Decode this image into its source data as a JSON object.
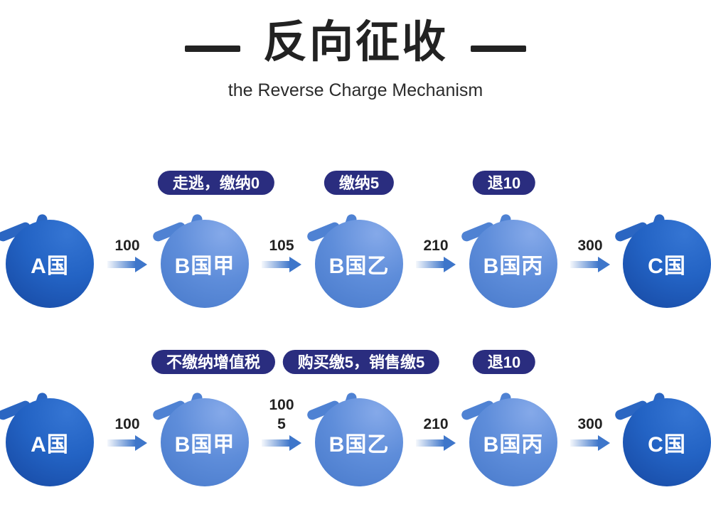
{
  "header": {
    "title_zh": "反向征收",
    "title_en": "the Reverse Charge Mechanism"
  },
  "colors": {
    "ink": "#222222",
    "ink2": "#2b2b2b",
    "badge_bg": "#2a2d7f",
    "arrow": "#3e76ca",
    "bubble_dark_top": "#3575d3",
    "bubble_dark_bottom": "#123e95",
    "bubble_light_top": "#85a9e9",
    "bubble_light_bottom": "#3f72c5"
  },
  "rows": [
    {
      "name": "scenario-1",
      "badges": [
        {
          "text": "走逃，缴纳0"
        },
        {
          "text": "缴纳5"
        },
        {
          "text": "退10"
        }
      ],
      "nodes": [
        {
          "label": "A国",
          "variant": "dark"
        },
        {
          "label": "B国甲",
          "variant": "light"
        },
        {
          "label": "B国乙",
          "variant": "light"
        },
        {
          "label": "B国丙",
          "variant": "light"
        },
        {
          "label": "C国",
          "variant": "dark"
        }
      ],
      "arrows": [
        {
          "label": "100"
        },
        {
          "label": "105"
        },
        {
          "label": "210"
        },
        {
          "label": "300"
        }
      ]
    },
    {
      "name": "scenario-2",
      "badges": [
        {
          "text": "不缴纳增值税"
        },
        {
          "text": "购买缴5，销售缴5"
        },
        {
          "text": "退10"
        }
      ],
      "nodes": [
        {
          "label": "A国",
          "variant": "dark"
        },
        {
          "label": "B国甲",
          "variant": "light"
        },
        {
          "label": "B国乙",
          "variant": "light"
        },
        {
          "label": "B国丙",
          "variant": "light"
        },
        {
          "label": "C国",
          "variant": "dark"
        }
      ],
      "arrows": [
        {
          "label": "100"
        },
        {
          "label": "100",
          "label2": "5"
        },
        {
          "label": "210"
        },
        {
          "label": "300"
        }
      ]
    }
  ]
}
